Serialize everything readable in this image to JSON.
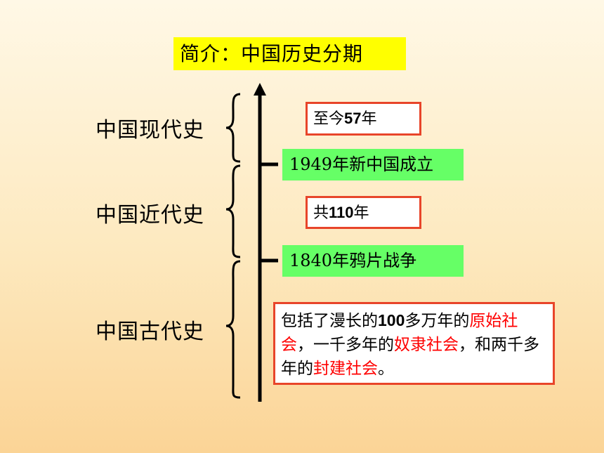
{
  "title": "简介：中国历史分期",
  "eras": [
    {
      "label": "中国现代史"
    },
    {
      "label": "中国近代史"
    },
    {
      "label": "中国古代史"
    }
  ],
  "durations": [
    {
      "prefix": "至今",
      "number": "57",
      "suffix": "年"
    },
    {
      "prefix": "共",
      "number": "110",
      "suffix": "年"
    }
  ],
  "events": [
    {
      "year": "1949",
      "text": "年新中国成立"
    },
    {
      "year": "1840",
      "text": "年鸦片战争"
    }
  ],
  "ancient_description": {
    "part1": "包括了漫长的",
    "number": "100",
    "part2": "多万年的",
    "term1": "原始社会",
    "part3": "，一千多年的",
    "term2": "奴隶社会",
    "part4": "，和两千多年的",
    "term3": "封建社会",
    "part5": "。"
  },
  "colors": {
    "title_bg": "#ffff00",
    "event_bg": "#66ff66",
    "box_border": "#e8452a",
    "highlight": "#ff0000"
  }
}
